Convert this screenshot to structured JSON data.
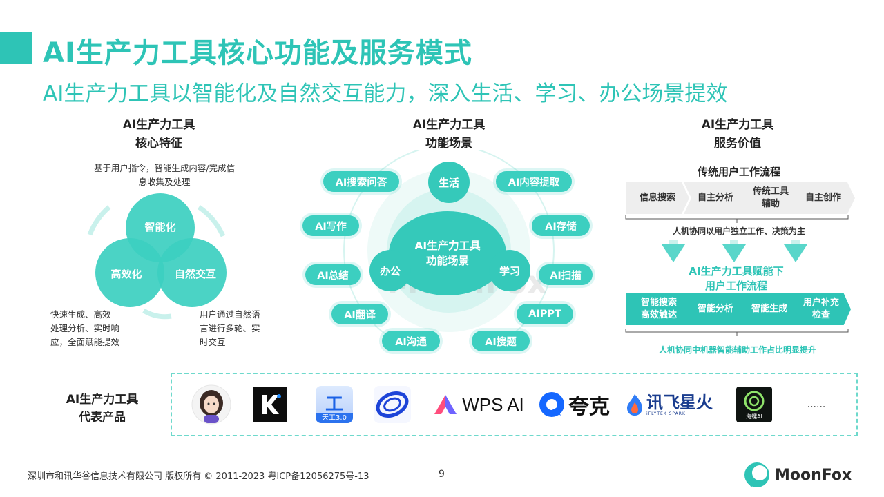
{
  "title": "AI生产力工具核心功能及服务模式",
  "subtitle": "AI生产力工具以智能化及自然交互能力，深入生活、学习、办公场景提效",
  "col1": {
    "heading_line1": "AI生产力工具",
    "heading_line2": "核心特征",
    "top_desc_line1": "基于用户指令，智能生成内容/完成信",
    "top_desc_line2": "息收集及处理",
    "circle_smart": "智能化",
    "circle_efficient": "高效化",
    "circle_natural": "自然交互",
    "left_desc_line1": "快速生成、高效",
    "left_desc_line2": "处理分析、实时响",
    "left_desc_line3": "应，全面赋能提效",
    "right_desc_line1": "用户通过自然语",
    "right_desc_line2": "言进行多轮、实",
    "right_desc_line3": "时交互"
  },
  "col2": {
    "heading_line1": "AI生产力工具",
    "heading_line2": "功能场景",
    "center_line1": "AI生产力工具",
    "center_line2": "功能场景",
    "node_life": "生活",
    "node_office": "办公",
    "node_study": "学习",
    "pills": {
      "search_qa": "AI搜索问答",
      "writing": "AI写作",
      "summary": "AI总结",
      "translate": "AI翻译",
      "communicate": "AI沟通",
      "extract": "AI内容提取",
      "storage": "AI存储",
      "scan": "AI扫描",
      "ppt": "AIPPT",
      "search_q": "AI搜题"
    },
    "watermark": "MoonFox"
  },
  "col3": {
    "heading_line1": "AI生产力工具",
    "heading_line2": "服务价值",
    "traditional_title": "传统用户工作流程",
    "traditional_steps": [
      "信息搜索",
      "自主分析",
      "传统工具\n辅助",
      "自主创作"
    ],
    "traditional_note": "人机协同以用户独立工作、决策为主",
    "ai_title_line1": "AI生产力工具赋能下",
    "ai_title_line2": "用户工作流程",
    "ai_steps": [
      "智能搜索\n高效触达",
      "智能分析",
      "智能生成",
      "用户补充\n检查"
    ],
    "ai_note": "人机协同中机器智能辅助工作占比明显提升"
  },
  "products": {
    "label_line1": "AI生产力工具",
    "label_line2": "代表产品",
    "wps": "WPS AI",
    "quark": "夸克",
    "xunfei": "讯飞星火",
    "xunfei_sub": "iFLYTEK SPARK",
    "tiangong": "天工3.0",
    "hailuo": "海螺AI",
    "more": "......"
  },
  "footer": {
    "copyright": "深圳市和讯华谷信息技术有限公司 版权所有 © 2011-2023 粤ICP备12056275号-13",
    "page": "9",
    "brand": "MoonFox"
  },
  "colors": {
    "accent": "#2ec4b6",
    "light": "#3ccfc0"
  }
}
